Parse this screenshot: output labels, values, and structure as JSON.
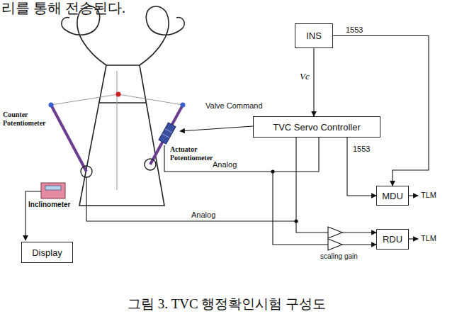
{
  "diagram": {
    "caption": "그림 3. TVC 행정확인시험 구성도",
    "nodes": [
      {
        "text": [
          "INS"
        ]
      },
      {
        "text": [
          "TVC Servo Controller"
        ]
      },
      {
        "text": [
          "MDU"
        ]
      },
      {
        "text": [
          "RDU"
        ]
      },
      {
        "text": [
          "Display"
        ]
      }
    ],
    "edges": [
      {
        "from": 0,
        "to": 1,
        "label": "Vc",
        "arrow": "to"
      },
      {
        "from": 0,
        "to": 2,
        "label": "1553",
        "arrow": "to"
      },
      {
        "from": 1,
        "to": 2,
        "label": "1553",
        "arrow": "to"
      }
    ],
    "labels": [
      "리를 통해 전송된다.",
      "Counter Potentiometer",
      "Inclinometer",
      "Valve Command",
      "Actuator Potentiometer",
      "Analog",
      "Analog",
      "TLM",
      "TLM",
      "scaling gain"
    ]
  }
}
